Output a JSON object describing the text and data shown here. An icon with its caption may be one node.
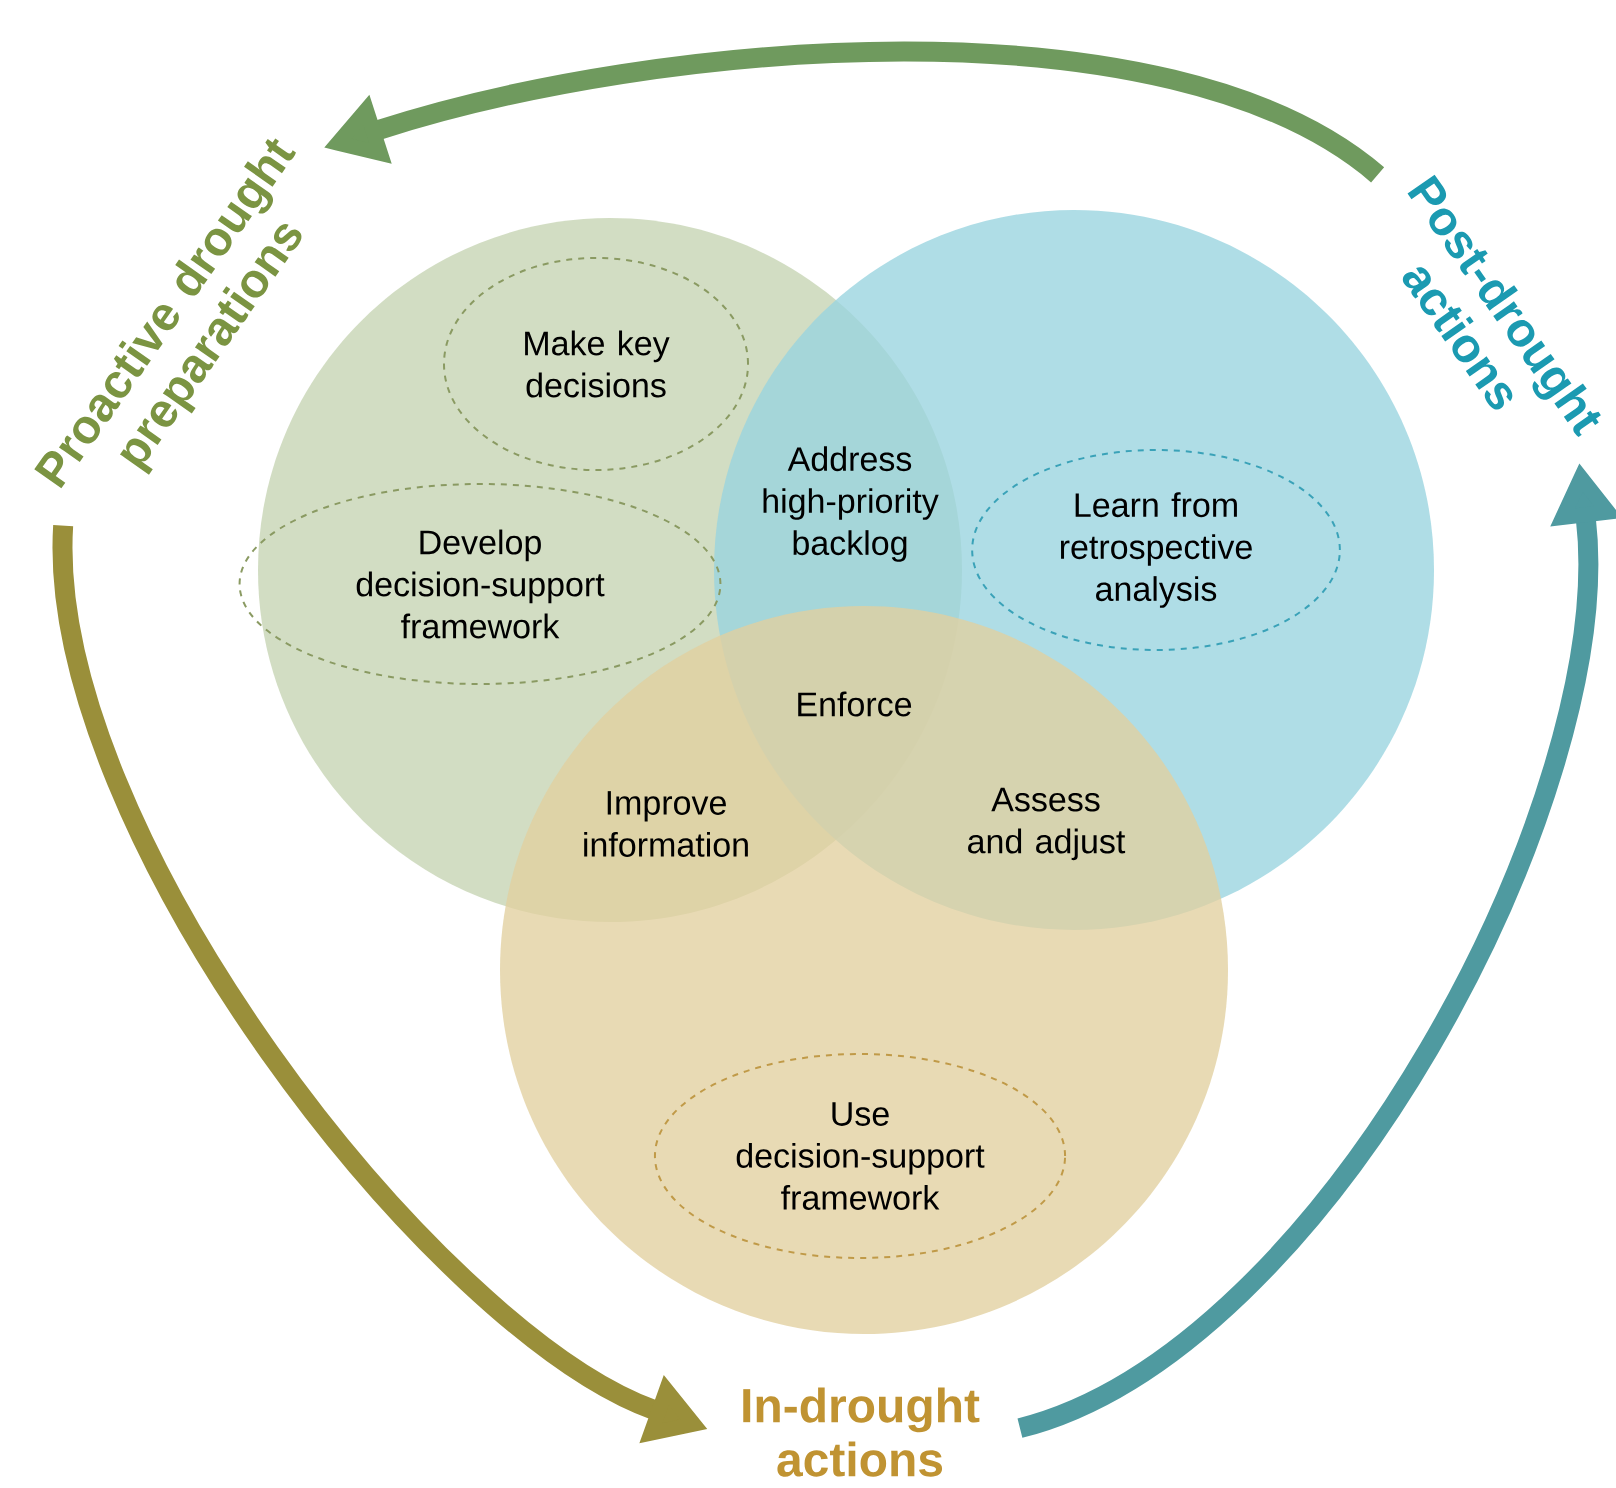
{
  "diagram": {
    "nodes": [
      {
        "text": [
          "Proactive drought preparations"
        ]
      },
      {
        "text": [
          "Post-drought actions"
        ]
      },
      {
        "text": [
          "In-drought actions"
        ]
      },
      {
        "text": [],
        "shape": "circle"
      },
      {
        "text": [],
        "shape": "circle"
      },
      {
        "text": [],
        "shape": "circle"
      },
      {
        "text": [
          "Make key decisions"
        ],
        "in": 3
      },
      {
        "text": [
          "Develop decision-support framework"
        ],
        "in": 3
      },
      {
        "text": [
          "Learn from retrospective analysis"
        ],
        "in": 4
      },
      {
        "text": [
          "Use decision-support framework"
        ],
        "in": 5
      }
    ],
    "edges": [
      {
        "from": 1,
        "to": 0,
        "arrow": "to",
        "color": "#6f9a5e"
      },
      {
        "from": 0,
        "to": 2,
        "arrow": "to",
        "color": "#9a8f3a"
      },
      {
        "from": 2,
        "to": 1,
        "arrow": "to",
        "color": "#4f9aa0"
      }
    ],
    "labels": [
      "Address high-priority backlog",
      "Enforce",
      "Improve information",
      "Assess and adjust"
    ]
  }
}
